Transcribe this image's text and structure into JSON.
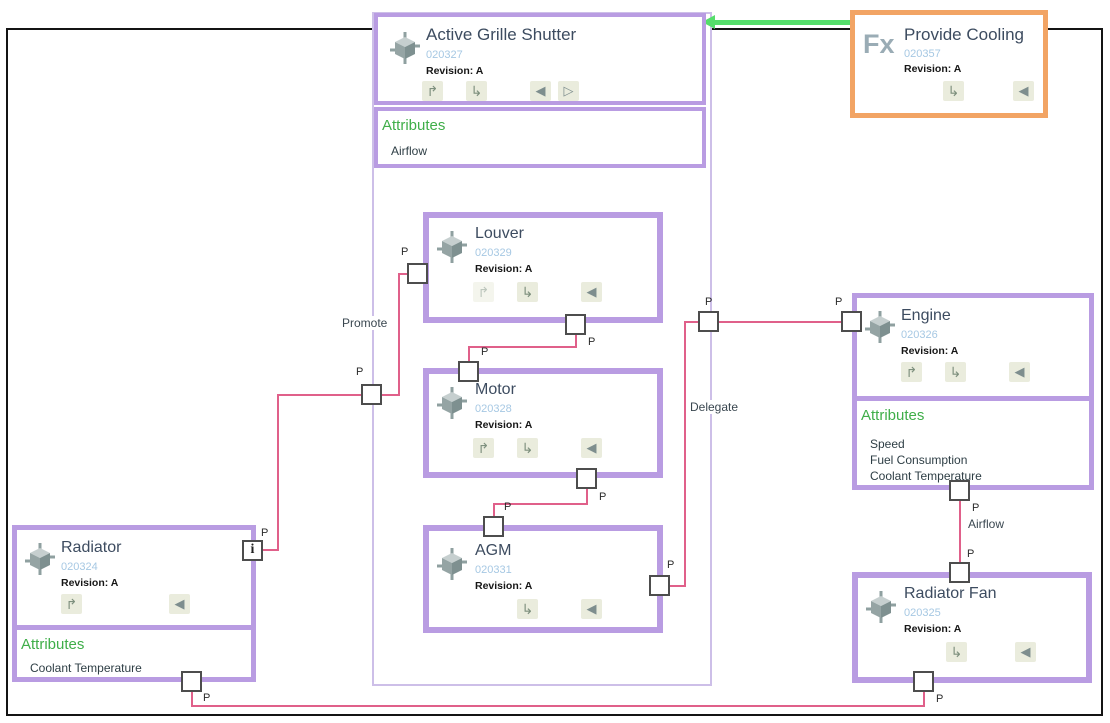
{
  "labels": {
    "port": "P",
    "info_port": "i",
    "promote": "Promote",
    "delegate": "Delegate",
    "airflow": "Airflow",
    "attributes": "Attributes",
    "revision": "Revision: A",
    "fx": "Fx"
  },
  "icons": {
    "promote_icon": "↱",
    "delegate_icon": "↳",
    "nav_left_icon": "◀",
    "nav_right_icon": "▷"
  },
  "colors": {
    "block_border": "#b99ce2",
    "container_border": "#cdbfe8",
    "function_border": "#f2a464",
    "connector": "#e0608a",
    "flow_arrow": "#55dd6b",
    "attributes_heading": "#3fae49",
    "id_text": "#a6c8e3",
    "title_text": "#3d4c60"
  },
  "nodes": {
    "active_grille_shutter": {
      "title": "Active Grille Shutter",
      "id": "020327",
      "attributes": [
        "Airflow"
      ]
    },
    "provide_cooling": {
      "title": "Provide Cooling",
      "id": "020357"
    },
    "louver": {
      "title": "Louver",
      "id": "020329"
    },
    "motor": {
      "title": "Motor",
      "id": "020328"
    },
    "agm": {
      "title": "AGM",
      "id": "020331"
    },
    "engine": {
      "title": "Engine",
      "id": "020326",
      "attributes": [
        "Speed",
        "Fuel Consumption",
        "Coolant Temperature"
      ]
    },
    "radiator": {
      "title": "Radiator",
      "id": "020324",
      "attributes": [
        "Coolant Temperature"
      ]
    },
    "radiator_fan": {
      "title": "Radiator Fan",
      "id": "020325"
    }
  },
  "edges": [
    {
      "from": "Provide Cooling",
      "to": "Active Grille Shutter",
      "style": "green-arrow"
    },
    {
      "from": "Louver",
      "to": "Radiator",
      "label": "Promote"
    },
    {
      "from": "Louver",
      "to": "Motor"
    },
    {
      "from": "Motor",
      "to": "AGM"
    },
    {
      "from": "AGM",
      "to": "Engine",
      "label": "Delegate"
    },
    {
      "from": "Engine",
      "to": "Radiator Fan",
      "label": "Airflow"
    },
    {
      "from": "Radiator",
      "to": "Radiator Fan"
    }
  ]
}
